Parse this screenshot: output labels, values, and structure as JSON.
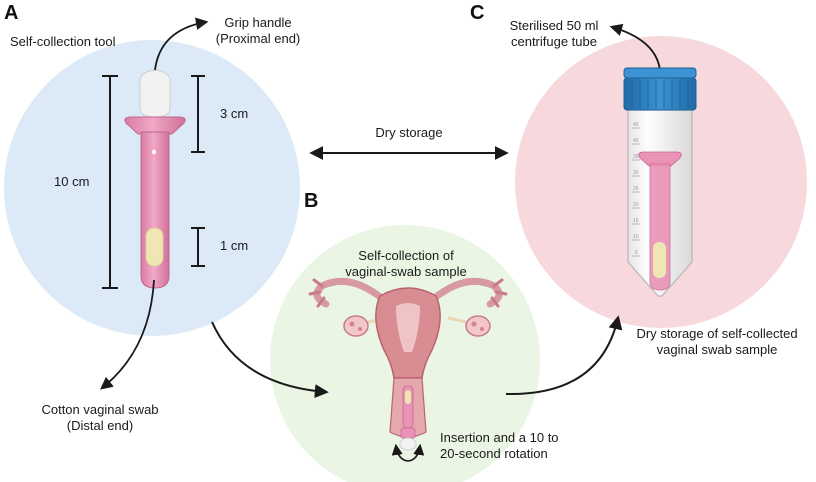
{
  "panels": {
    "a": {
      "letter": "A",
      "title": "Self-collection tool"
    },
    "b": {
      "letter": "B"
    },
    "c": {
      "letter": "C"
    }
  },
  "labels": {
    "grip_handle": [
      "Grip handle",
      "(Proximal end)"
    ],
    "cotton_swab": [
      "Cotton vaginal swab",
      "(Distal end)"
    ],
    "length_total": "10 cm",
    "length_handle": "3 cm",
    "length_swab": "1 cm",
    "dry_storage": "Dry storage",
    "tube": [
      "Sterilised 50 ml",
      "centrifuge tube"
    ],
    "self_collection": [
      "Self-collection of",
      "vaginal-swab sample"
    ],
    "insertion": [
      "Insertion and a 10 to",
      "20-second rotation"
    ],
    "dry_storage_sample": [
      "Dry storage of self-collected",
      "vaginal swab sample"
    ]
  },
  "tube_ticks": [
    "45",
    "40",
    "35",
    "30",
    "25",
    "20",
    "15",
    "10",
    "5"
  ],
  "colors": {
    "circle_a": "#dbeaf6",
    "circle_b": "#eaf5e4",
    "circle_c": "#f7d9dd",
    "tool_pink": "#ea93b6",
    "tool_pink_dark": "#c2668d",
    "swab_cotton": "#efe6b3",
    "tube_cap": "#2f82c2",
    "arrow": "#1a1a1a"
  },
  "icons": [
    "grip-handle-icon",
    "cotton-tip-icon",
    "uterus-icon",
    "centrifuge-tube-icon",
    "rotation-icon"
  ]
}
